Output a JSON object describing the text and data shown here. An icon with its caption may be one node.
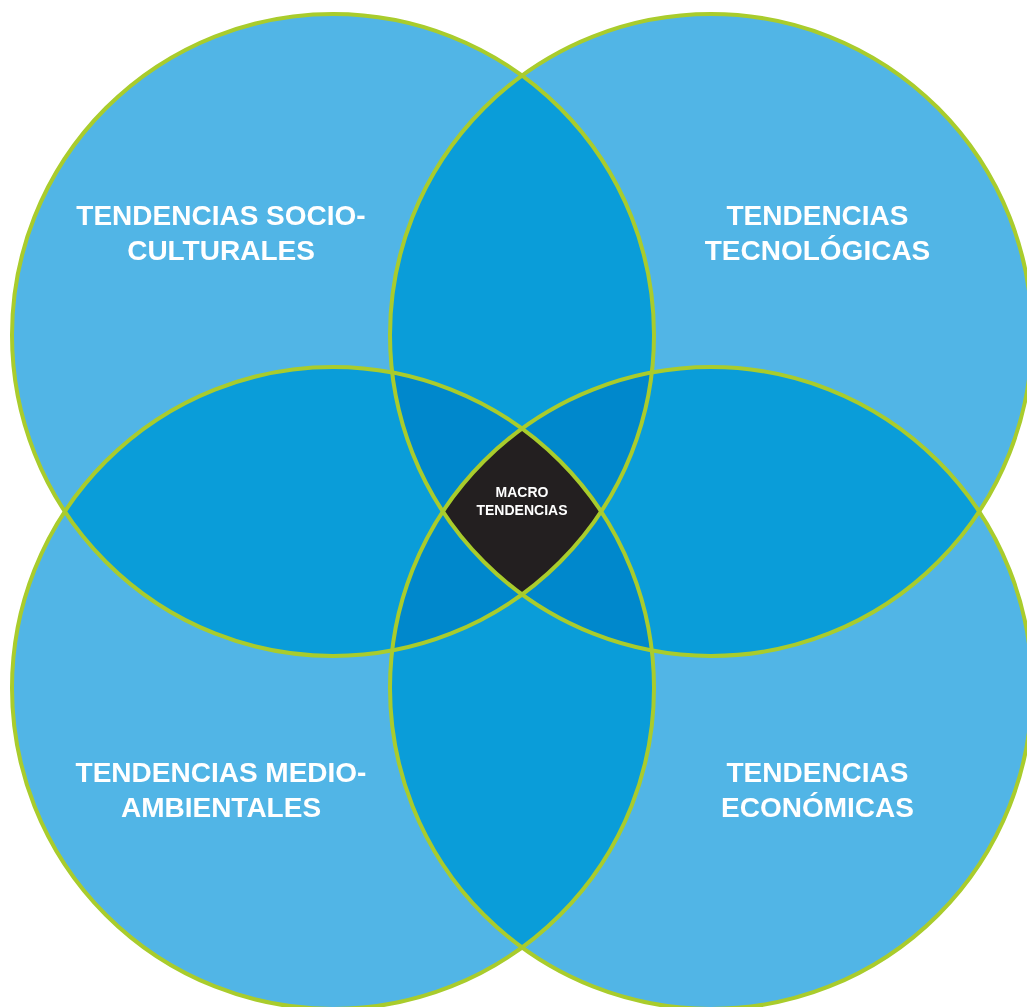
{
  "diagram": {
    "nodes": [
      {
        "text": [
          "TENDENCIAS SOCIO-CULTURALES"
        ]
      },
      {
        "text": [
          "TENDENCIAS TECNOLÓGICAS"
        ]
      },
      {
        "text": [
          "TENDENCIAS MEDIO-AMBIENTALES"
        ]
      },
      {
        "text": [
          "TENDENCIAS ECONÓMICAS"
        ]
      },
      {
        "text": [
          "MACRO TENDENCIAS"
        ]
      }
    ]
  }
}
